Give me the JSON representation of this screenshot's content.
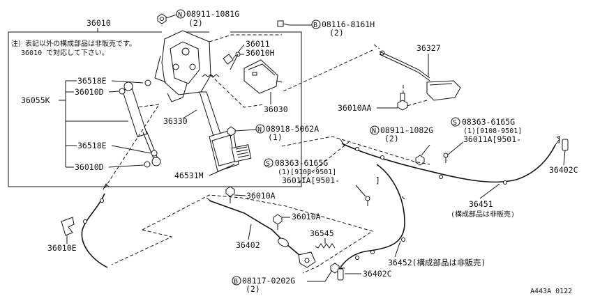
{
  "note": {
    "line1": "注）表記以外の構成部品は非販売です。",
    "line2": "36010 で対応して下さい。"
  },
  "labels": {
    "p36010": "36010",
    "p08911_1081G": "08911-1081G",
    "p08911_1081G_qty": "(2)",
    "p08116_8161H": "08116-8161H",
    "p08116_8161H_qty": "(2)",
    "p36011": "36011",
    "p36010H": "36010H",
    "p36327": "36327",
    "p36518E_top": "36518E",
    "p36010D_top": "36010D",
    "p36055K": "36055K",
    "p36030": "36030",
    "p36010AA": "36010AA",
    "p36330": "36330",
    "p08918_5062A": "08918-5062A",
    "p08918_5062A_qty": "(1)",
    "p08363_6165G_right": "08363-6165G",
    "p08363_6165G_right_l2": "(1)[9108-9501]",
    "p36011A_right": "36011A[9501-",
    "p36011A_right_close": "]",
    "p08911_1082G": "08911-1082G",
    "p08911_1082G_qty": "(2)",
    "p36518E_bot": "36518E",
    "p36010D_bot": "36010D",
    "p08363_6165G_left": "08363-6165G",
    "p08363_6165G_left_l2": "(1)[9108-9501]",
    "p36011A_left": "36011A[9501-",
    "p36011A_left_close": "]",
    "p36402C_right": "36402C",
    "p46531M": "46531M",
    "p36010A_1": "36010A",
    "p36451": "36451",
    "p36451_note": "(構成部品は非販売)",
    "p36010A_2": "36010A",
    "p36545": "36545",
    "p36402": "36402",
    "p36010E": "36010E",
    "p36452": "36452(構成部品は非販売)",
    "p08117_0202G": "08117-0202G",
    "p08117_0202G_qty": "(2)",
    "p36402C_bot": "36402C",
    "code": "A443A 0122"
  },
  "prefixes": {
    "N": "N",
    "B": "B",
    "S": "S"
  }
}
